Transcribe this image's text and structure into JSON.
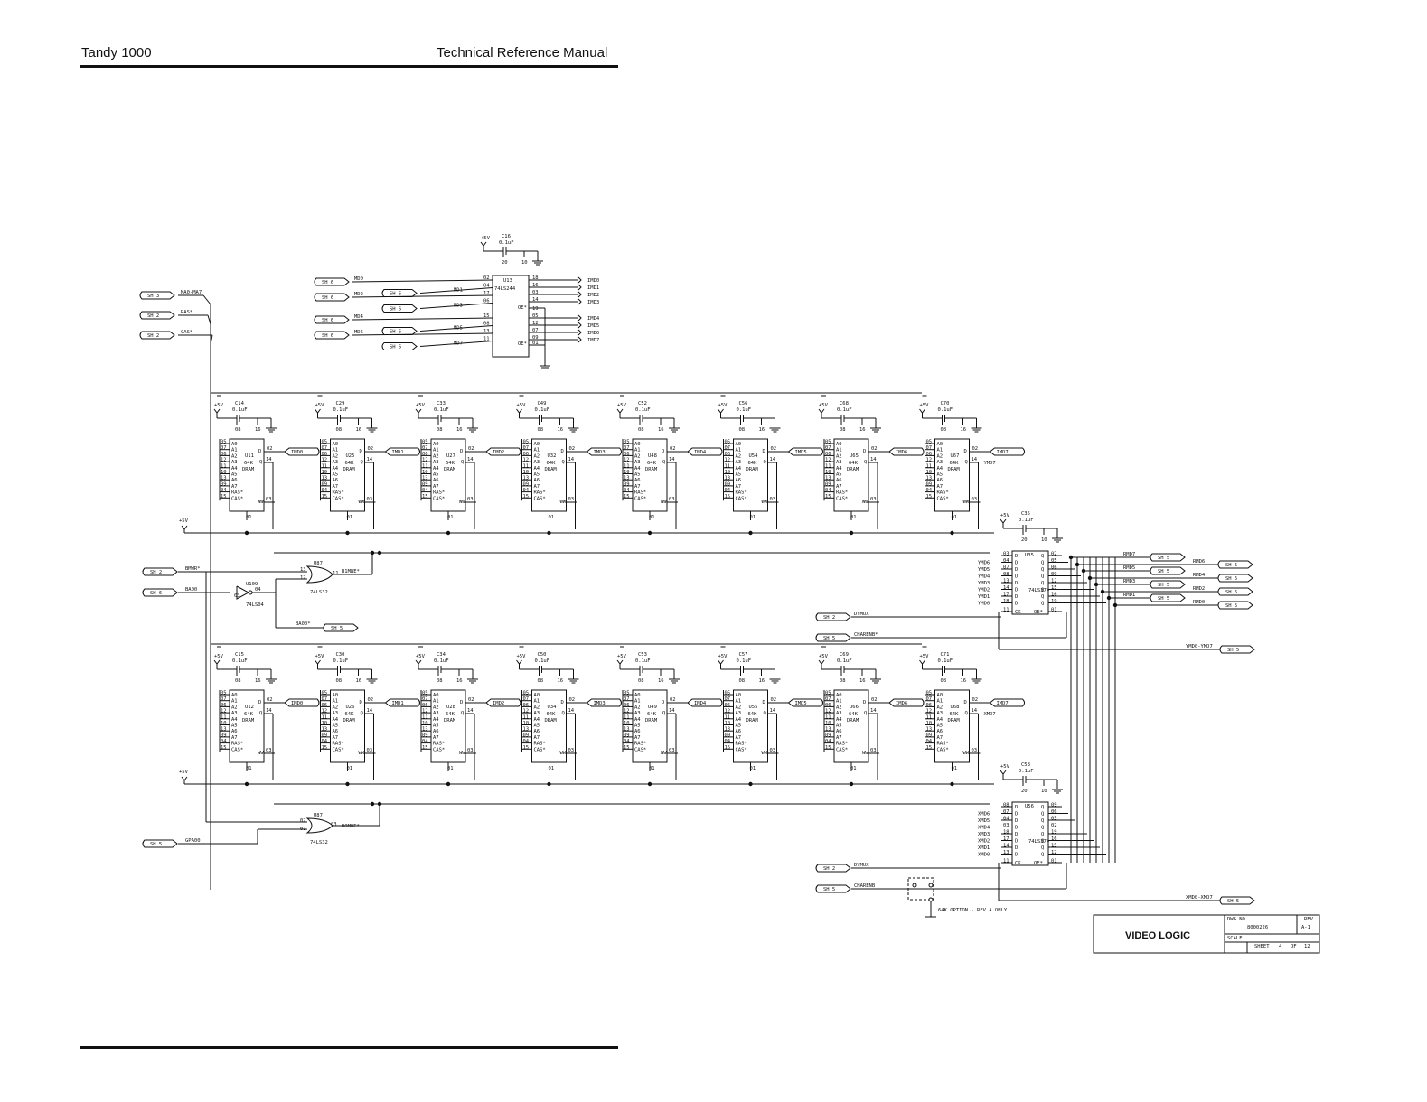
{
  "header": {
    "left": "Tandy 1000",
    "right": "Technical Reference Manual"
  },
  "title_block": {
    "title": "VIDEO LOGIC",
    "dwg_no_label": "DWG NO",
    "dwg_no": "8000226",
    "rev_label": "REV",
    "rev": "A-1",
    "scale_label": "SCALE",
    "sheet_label": "SHEET",
    "sheet": "4",
    "of_label": "OF",
    "sheets_total": "12"
  },
  "power": "+5V",
  "cap_value": "0.1uF",
  "buffer": {
    "ref": "U13",
    "part": "74LS244",
    "cap": "C16",
    "pin_top_left": "20",
    "pin_top_right": "10",
    "in_left": [
      {
        "sheet": "SH 6",
        "net": "MD0",
        "pin": "02"
      },
      {
        "sheet": "SH 6",
        "net": "MD1",
        "pin": "04"
      },
      {
        "sheet": "SH 6",
        "net": "MD2",
        "pin": "17"
      },
      {
        "sheet": "SH 6",
        "net": "MD3",
        "pin": "06"
      },
      {
        "sheet": "SH 6",
        "net": "MD4",
        "pin": "15"
      },
      {
        "sheet": "SH 6",
        "net": "MD5",
        "pin": "08"
      },
      {
        "sheet": "SH 6",
        "net": "MD6",
        "pin": "13"
      },
      {
        "sheet": "SH 6",
        "net": "MD7",
        "pin": "11"
      }
    ],
    "out_right": [
      {
        "pin": "18",
        "net": "IMD0"
      },
      {
        "pin": "16",
        "net": "IMD1"
      },
      {
        "pin": "03",
        "net": "IMD2"
      },
      {
        "pin": "14",
        "net": "IMD3"
      },
      {
        "pin": "05",
        "net": "IMD4"
      },
      {
        "pin": "12",
        "net": "IMD5"
      },
      {
        "pin": "07",
        "net": "IMD6"
      },
      {
        "pin": "09",
        "net": "IMD7"
      }
    ],
    "oe1_pin": "19",
    "oe2_pin": "01",
    "oe_label": "OE*"
  },
  "left_inputs": [
    {
      "sheet": "SH 3",
      "net": "MA0-MA7"
    },
    {
      "sheet": "SH 2",
      "net": "RAS*"
    },
    {
      "sheet": "SH 2",
      "net": "CAS*"
    }
  ],
  "dram": {
    "type_line1": "64K",
    "type_line2": "DRAM",
    "addr_pins": [
      "05",
      "07",
      "06",
      "12",
      "11",
      "10",
      "13",
      "09"
    ],
    "addr_names": [
      "A0",
      "A1",
      "A2",
      "A3",
      "A4",
      "A5",
      "A6",
      "A7"
    ],
    "ras_pin": "04",
    "cas_pin": "15",
    "ras_name": "RAS*",
    "cas_name": "CAS*",
    "d_pin": "02",
    "q_pin": "14",
    "w_pin": "03",
    "gnd_pin": "01",
    "vcc_pin": "08",
    "vss_pin": "16",
    "row1": [
      {
        "ref": "U11",
        "cap": "C14",
        "net": "IMD0"
      },
      {
        "ref": "U25",
        "cap": "C29",
        "net": "IMD1"
      },
      {
        "ref": "U27",
        "cap": "C33",
        "net": "IMD2"
      },
      {
        "ref": "U32",
        "cap": "C49",
        "net": "IMD3"
      },
      {
        "ref": "U48",
        "cap": "C52",
        "net": "IMD4"
      },
      {
        "ref": "U54",
        "cap": "C56",
        "net": "IMD5"
      },
      {
        "ref": "U65",
        "cap": "C68",
        "net": "IMD6"
      },
      {
        "ref": "U67",
        "cap": "C70",
        "net": "IMD7"
      }
    ],
    "row2": [
      {
        "ref": "U12",
        "cap": "C15",
        "net": "IMD0"
      },
      {
        "ref": "U26",
        "cap": "C30",
        "net": "IMD1"
      },
      {
        "ref": "U28",
        "cap": "C34",
        "net": "IMD2"
      },
      {
        "ref": "U34",
        "cap": "C50",
        "net": "IMD3"
      },
      {
        "ref": "U49",
        "cap": "C53",
        "net": "IMD4"
      },
      {
        "ref": "U55",
        "cap": "C57",
        "net": "IMD5"
      },
      {
        "ref": "U66",
        "cap": "C69",
        "net": "IMD6"
      },
      {
        "ref": "U68",
        "cap": "C71",
        "net": "IMD7"
      }
    ],
    "row1_q_last": "YMD7",
    "row2_q_last": "XMD7"
  },
  "logic": {
    "bmwr": {
      "sheet": "SH 2",
      "net": "BMWR*"
    },
    "ba00": {
      "sheet": "SH 6",
      "net": "BA00"
    },
    "inv": {
      "ref": "U109",
      "part": "74LS04",
      "pin_in": "03",
      "pin_out": "04"
    },
    "or1": {
      "ref": "U87",
      "part": "74LS32",
      "pin_a": "13",
      "pin_b": "12",
      "pin_out": "11",
      "out_net": "B1MWE*"
    },
    "ba00_out": {
      "net": "BA00*",
      "sheet": "SH 5"
    },
    "gpa00": {
      "sheet": "SH 5",
      "net": "GPA00"
    },
    "or2": {
      "ref": "U87",
      "part": "74LS32",
      "pin_a": "02",
      "pin_b": "01",
      "pin_out": "03",
      "out_net": "B0MWE*"
    }
  },
  "latch1": {
    "ref": "U35",
    "part": "74LS374",
    "cap": "C35",
    "pin_top_left": "20",
    "pin_top_right": "10",
    "in_nets": [
      "YMD6",
      "YMD5",
      "YMD4",
      "YMD3",
      "YMD2",
      "YMD1",
      "YMD0"
    ],
    "in_pins": [
      "03",
      "04",
      "07",
      "08",
      "13",
      "14",
      "17",
      "18"
    ],
    "out_pins": [
      "02",
      "05",
      "06",
      "09",
      "12",
      "15",
      "16",
      "19"
    ],
    "ck_pin": "11",
    "oe_pin": "01",
    "clk": {
      "sheet": "SH 2",
      "net": "DYMUX"
    },
    "oe": {
      "sheet": "SH 5",
      "net": "CHARENB*"
    },
    "outputs": [
      {
        "net": "RMD7",
        "sheet": "SH 5"
      },
      {
        "net": "RMD6",
        "sheet": "SH 5"
      },
      {
        "net": "RMD5",
        "sheet": "SH 5"
      },
      {
        "net": "RMD4",
        "sheet": "SH 5"
      },
      {
        "net": "RMD3",
        "sheet": "SH 5"
      },
      {
        "net": "RMD2",
        "sheet": "SH 5"
      },
      {
        "net": "RMD1",
        "sheet": "SH 5"
      },
      {
        "net": "RMD0",
        "sheet": "SH 5"
      }
    ],
    "bus_out": {
      "net": "YMD0-YMD7",
      "sheet": "SH 5"
    }
  },
  "latch2": {
    "ref": "U56",
    "part": "74LS374",
    "cap": "C58",
    "pin_top_left": "20",
    "pin_top_right": "10",
    "in_nets": [
      "XMD6",
      "XMD5",
      "XMD4",
      "XMD3",
      "XMD2",
      "XMD1",
      "XMD0"
    ],
    "in_pins": [
      "08",
      "07",
      "04",
      "03",
      "18",
      "17",
      "14",
      "13"
    ],
    "out_pins": [
      "09",
      "06",
      "05",
      "02",
      "19",
      "16",
      "15",
      "12"
    ],
    "ck_pin": "11",
    "oe_pin": "01",
    "clk": {
      "sheet": "SH 2",
      "net": "DYMUX"
    },
    "oe": {
      "sheet": "SH 5",
      "net": "CHARENB"
    },
    "bus_out": {
      "net": "XMD0-XMD7",
      "sheet": "SH 5"
    }
  },
  "option_note": "64K OPTION - REV A ONLY"
}
